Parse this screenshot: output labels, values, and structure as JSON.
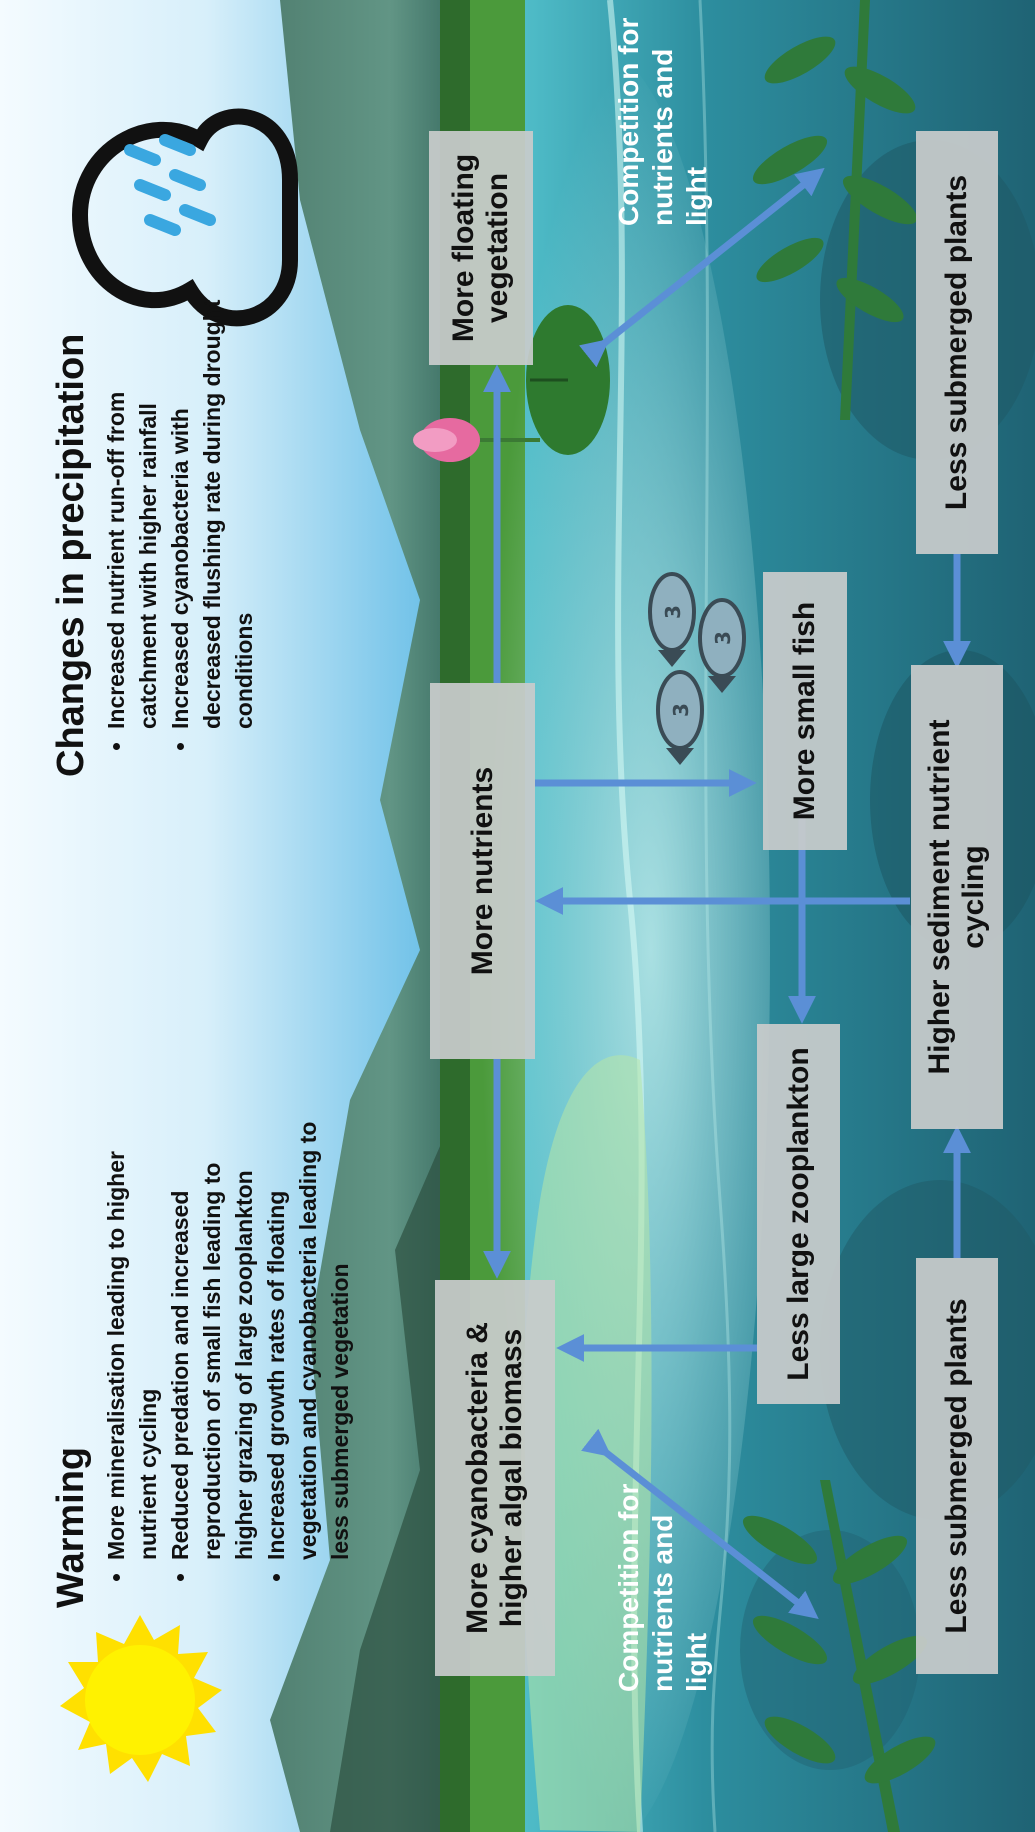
{
  "warming": {
    "title": "Warming",
    "bullets": [
      "More mineralisation leading to higher nutrient cycling",
      "Reduced predation and increased reproduction of small fish leading to higher grazing of large zooplankton",
      "Increased growth rates of floating vegetation and cyanobacteria leading to less submerged vegetation"
    ]
  },
  "precipitation": {
    "title": "Changes in precipitation",
    "bullets": [
      "Increased nutrient run-off from catchment with higher rainfall",
      "Increased cyanobacteria with decreased flushing rate during drought conditions"
    ]
  },
  "nodes": {
    "cyanobacteria": "More cyanobacteria & higher algal biomass",
    "nutrients": "More nutrients",
    "floating": "More floating vegetation",
    "zooplankton": "Less large zooplankton",
    "small_fish": "More small fish",
    "submerged_left": "Less submerged plants",
    "sediment": "Higher sediment nutrient cycling",
    "submerged_right": "Less submerged plants"
  },
  "competition": {
    "left": "Competition for nutrients and light",
    "right": "Competition for nutrients and light"
  },
  "fish_badge": "3",
  "colors": {
    "arrow": "#5b8fd6",
    "box": "#c8cbcb",
    "sky": "#2aa0d8",
    "water": "#2f8fa0",
    "sun": "#ffe600",
    "rain": "#3aa7e0"
  },
  "icons": [
    "sun-icon",
    "rain-cloud-icon",
    "fish-icon",
    "lotus-flower-icon",
    "lily-pad-icon",
    "waterweed-icon"
  ]
}
